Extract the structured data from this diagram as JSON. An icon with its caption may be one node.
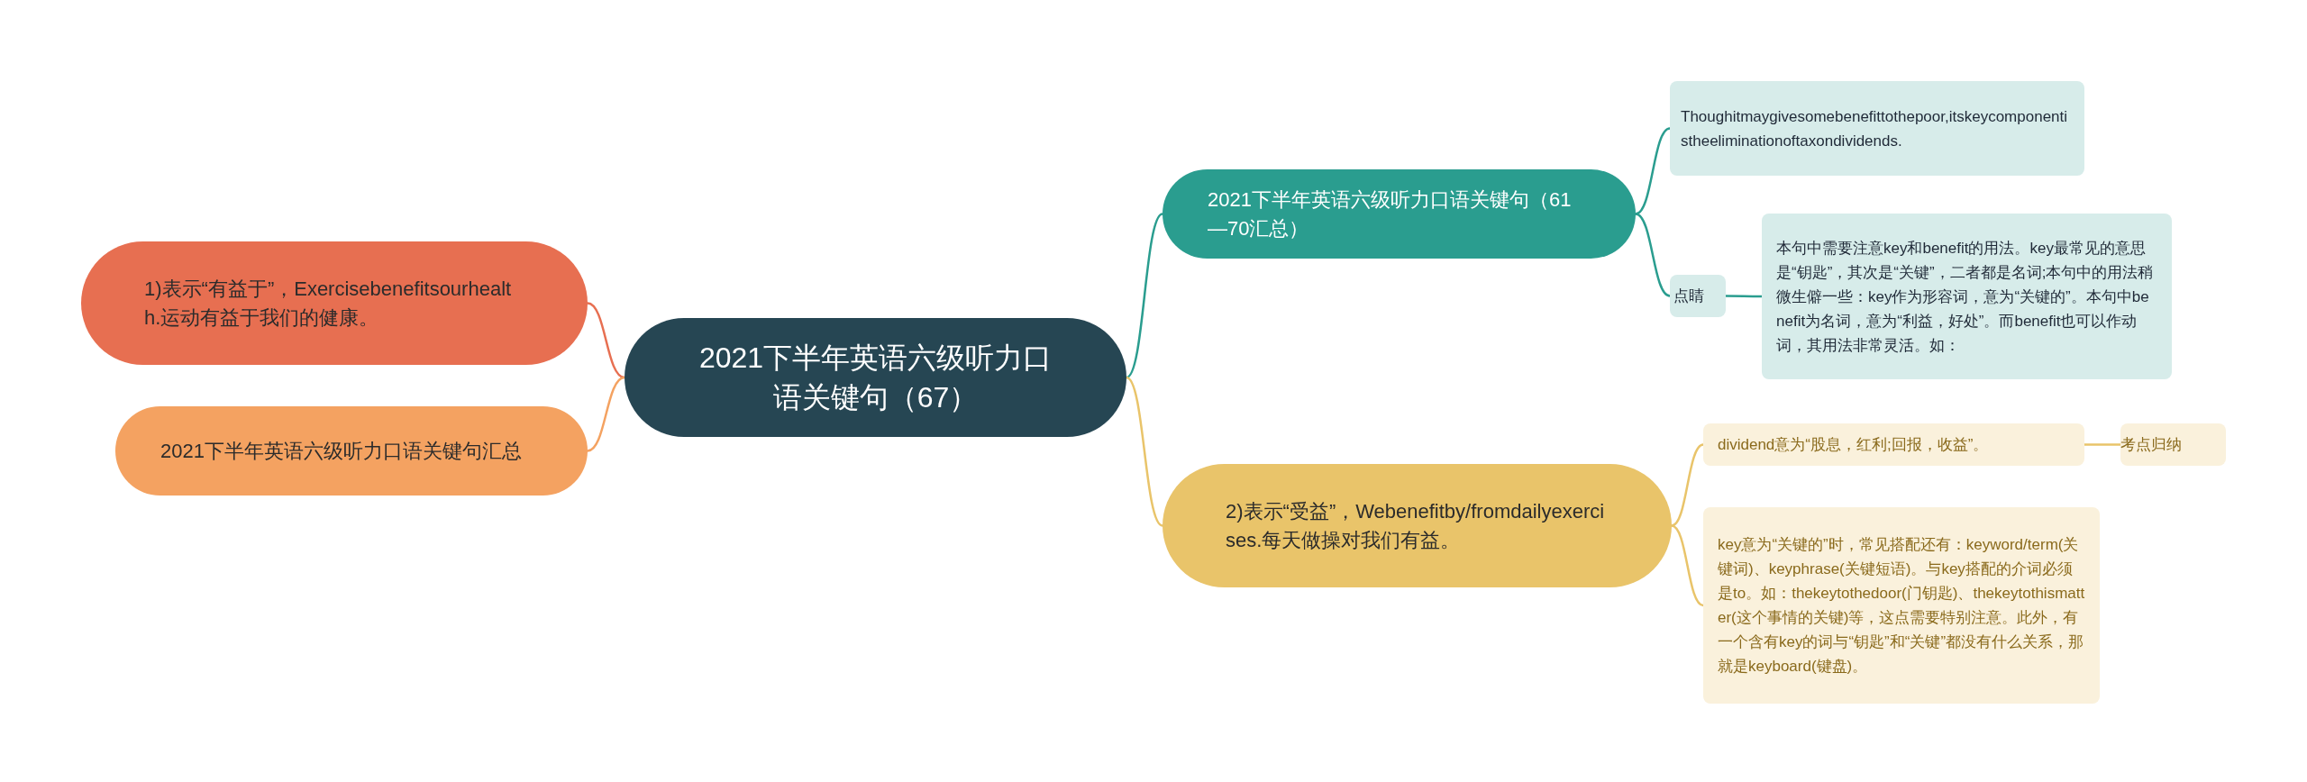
{
  "diagram": {
    "nodes": [
      {
        "text": [
          "2021下半年英语六级听力口语关键句（67）"
        ]
      },
      {
        "text": [
          "1)表示“有益于”，Exercisebenefitsourhealth.运动有益于我们的健康。"
        ]
      },
      {
        "text": [
          "2021下半年英语六级听力口语关键句汇总"
        ]
      },
      {
        "text": [
          "2021下半年英语六级听力口语关键句（61—70汇总）"
        ]
      },
      {
        "text": [
          "Thoughitmaygivesomebenefittothepoor,itskeycomponentistheeliminationoftaxondividends."
        ]
      },
      {
        "text": [
          "点睛"
        ]
      },
      {
        "text": [
          "本句中需要注意key和benefit的用法。key最常见的意思是“钥匙”，其次是“关键”，二者都是名词;本句中的用法稍微生僻一些：key作为形容词，意为“关键的”。本句中benefit为名词，意为“利益，好处”。而benefit也可以作动词，其用法非常灵活。如："
        ]
      },
      {
        "text": [
          "2)表示“受益”，Webenefitby/fromdailyexercises.每天做操对我们有益。"
        ]
      },
      {
        "text": [
          "dividend意为“股息，红利;回报，收益”。"
        ]
      },
      {
        "text": [
          "考点归纳"
        ]
      },
      {
        "text": [
          "key意为“关键的”时，常见搭配还有：keyword/term(关键词)、keyphrase(关键短语)。与key搭配的介词必须是to。如：thekeytothedoor(门钥匙)、thekeytothismatter(这个事情的关键)等，这点需要特别注意。此外，有一个含有key的词与“钥匙”和“关键”都没有什么关系，那就是keyboard(键盘)。"
        ]
      }
    ],
    "edges": [
      {
        "from": 0,
        "to": 1,
        "arrow": "none",
        "color": "#e76f51"
      },
      {
        "from": 0,
        "to": 2,
        "arrow": "none",
        "color": "#f4a261"
      },
      {
        "from": 0,
        "to": 3,
        "arrow": "none",
        "color": "#2a9d8f"
      },
      {
        "from": 0,
        "to": 7,
        "arrow": "none",
        "color": "#e9c46a"
      },
      {
        "from": 3,
        "to": 4,
        "arrow": "none",
        "color": "#2a9d8f"
      },
      {
        "from": 3,
        "to": 5,
        "arrow": "none",
        "color": "#2a9d8f"
      },
      {
        "from": 5,
        "to": 6,
        "arrow": "none",
        "color": "#2a9d8f"
      },
      {
        "from": 7,
        "to": 8,
        "arrow": "none",
        "color": "#e9c46a"
      },
      {
        "from": 7,
        "to": 10,
        "arrow": "none",
        "color": "#e9c46a"
      },
      {
        "from": 8,
        "to": 9,
        "arrow": "none",
        "color": "#e9c46a"
      }
    ]
  }
}
